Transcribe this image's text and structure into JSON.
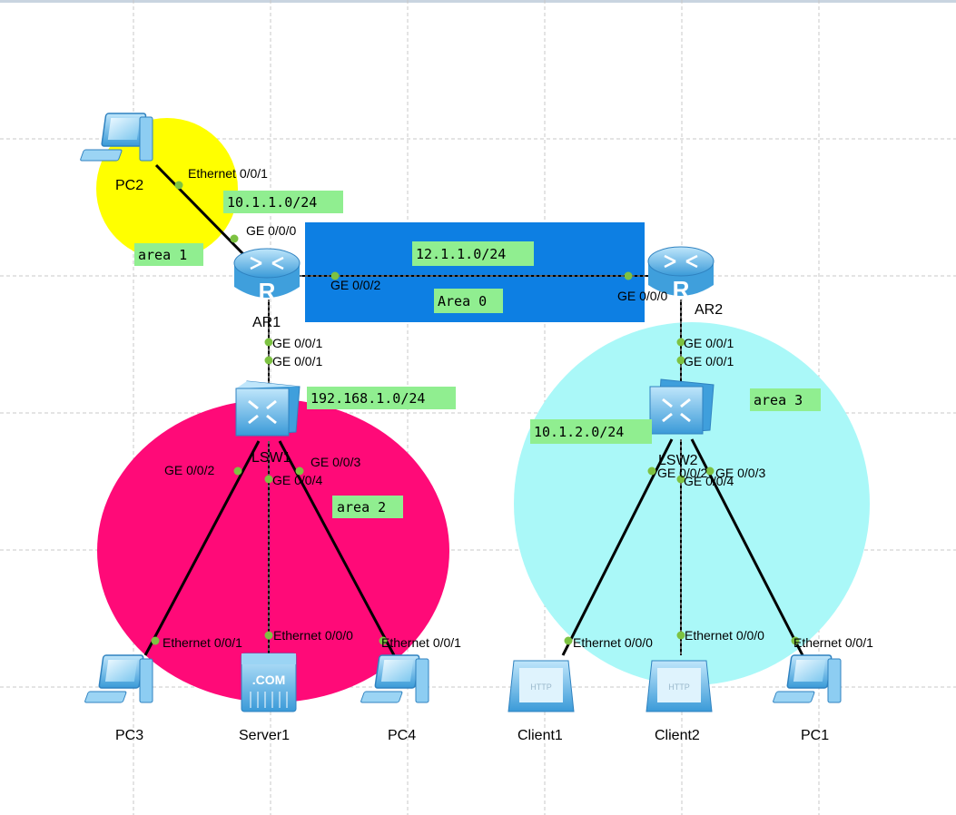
{
  "areas": {
    "area1": "area 1",
    "area0": "Area 0",
    "area2": "area 2",
    "area3": "area 3"
  },
  "subnets": {
    "pc2_link": "10.1.1.0/24",
    "backbone": "12.1.1.0/24",
    "lsw1_lan": "192.168.1.0/24",
    "lsw2_lan": "10.1.2.0/24"
  },
  "devices": {
    "pc2": "PC2",
    "ar1": "AR1",
    "ar2": "AR2",
    "lsw1": "LSW1",
    "lsw2": "LSW2",
    "pc3": "PC3",
    "server1": "Server1",
    "pc4": "PC4",
    "client1": "Client1",
    "client2": "Client2",
    "pc1": "PC1"
  },
  "ports": {
    "pc2_eth": "Ethernet 0/0/1",
    "ar1_ge000": "GE 0/0/0",
    "ar1_ge002": "GE 0/0/2",
    "ar2_ge000": "GE 0/0/0",
    "ar1_ge001": "GE 0/0/1",
    "lsw1_ge001": "GE 0/0/1",
    "lsw1_ge002": "GE 0/0/2",
    "lsw1_ge003": "GE 0/0/3",
    "lsw1_ge004": "GE 0/0/4",
    "ar2_ge001": "GE 0/0/1",
    "lsw2_ge001": "GE 0/0/1",
    "lsw2_ge002": "GE 0/0/2",
    "lsw2_ge003": "GE 0/0/3",
    "lsw2_ge004": "GE 0/0/4",
    "pc3_eth": "Ethernet 0/0/1",
    "server1_eth": "Ethernet 0/0/0",
    "pc4_eth": "Ethernet 0/0/1",
    "client1_eth": "Ethernet 0/0/0",
    "client2_eth": "Ethernet 0/0/0",
    "pc1_eth": "Ethernet 0/0/1"
  },
  "icon_text": {
    "server": ".COM",
    "client": "HTTP",
    "router": "R"
  },
  "colors": {
    "area1": "#ffff00",
    "area0": "#0d7fe3",
    "area2": "#ff0a78",
    "area3": "#aaf8f8",
    "label_bg": "#90ee90",
    "link": "#000000",
    "port_dot": "#7dc242",
    "device_blue": "#5cb5e8"
  }
}
